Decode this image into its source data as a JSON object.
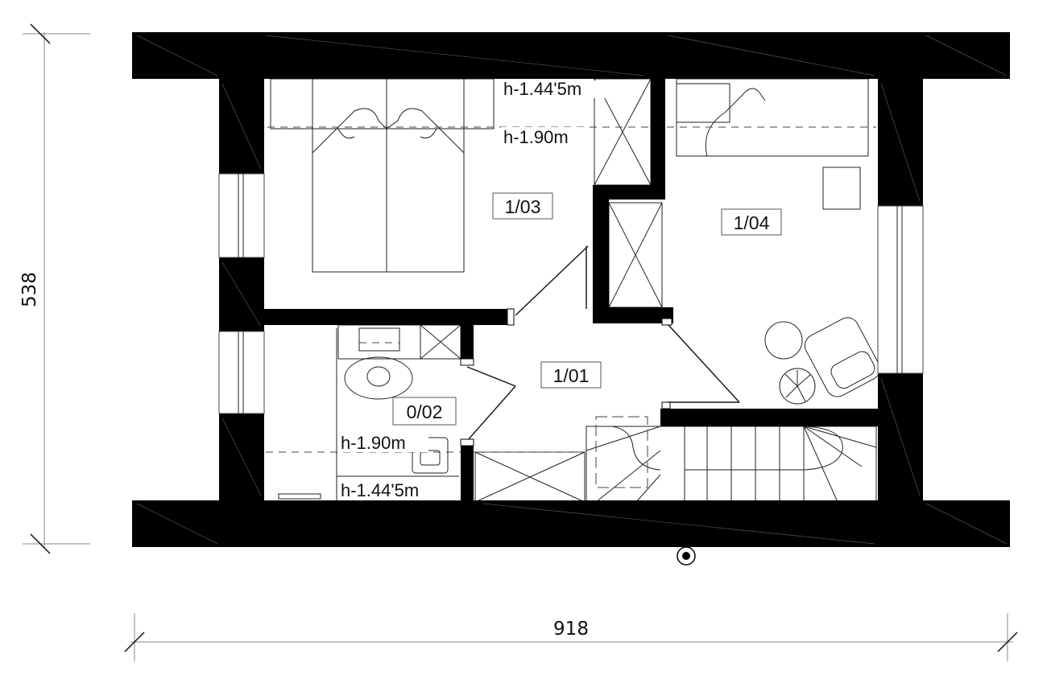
{
  "dimensions": {
    "width": "918",
    "height": "538"
  },
  "rooms": [
    {
      "id": "1/03"
    },
    {
      "id": "1/04"
    },
    {
      "id": "1/01"
    },
    {
      "id": "0/02"
    }
  ],
  "heights": {
    "top_low": "h-1.44'5m",
    "top_high": "h-1.90m",
    "bath_high": "h-1.90m",
    "bath_low": "h-1.44'5m"
  }
}
